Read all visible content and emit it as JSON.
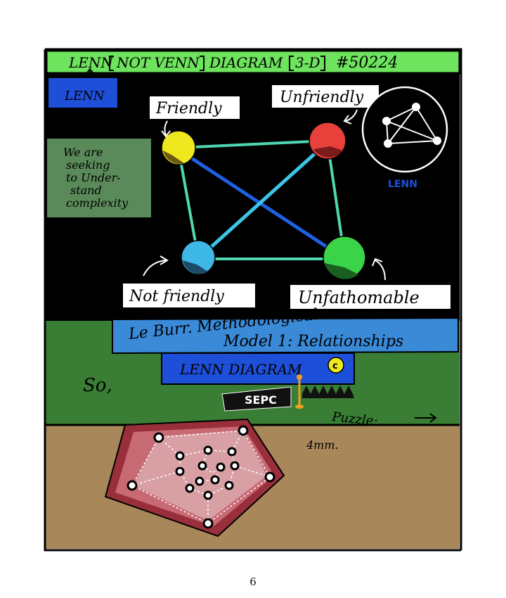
{
  "header": {
    "title_lenn": "LENN",
    "title_not_venn": "NOT VENN",
    "title_diagram": "DIAGRAM",
    "title_3d": "3-D",
    "title_number": "#50224"
  },
  "labels": {
    "lenn_box": "LENN",
    "friendly": "Friendly",
    "unfriendly": "Unfriendly",
    "not_friendly": "Not friendly",
    "unfathomable": "Unfathomable",
    "inset_caption": "LENN"
  },
  "note": {
    "lines": [
      "We are",
      "seeking",
      "to Under-",
      "stand",
      "complexity"
    ]
  },
  "banner": {
    "line1": "Le Burr. Methodological",
    "line2": "Model 1: Relationships"
  },
  "lenn_diagram_label": "LENN DIAGRAM",
  "copyright_mark": "c",
  "so_text": "So,",
  "sepc_label": "SEPC",
  "puzzle_label": "Puzzle:",
  "size_label": "4mm.",
  "page_number": "6",
  "colors": {
    "header_green": "#6ee35e",
    "lenn_blue": "#1e4fd8",
    "board_black": "#000000",
    "friendly_yellow": "#f0e81e",
    "unfriendly_red": "#e8413b",
    "not_friendly_cyan": "#3eb8e6",
    "unfathomable_green": "#3ad34a",
    "edge_teal": "#4fd6b0",
    "edge_blue": "#1f5fe0",
    "note_green": "#5a8a5a",
    "banner_blue": "#3a8ad8",
    "grass_green": "#3a7d34",
    "ground_brown": "#a8885a",
    "puzzle_outer": "#9a2f3c",
    "puzzle_inner": "#c86a74",
    "puzzle_core": "#d8a0a4"
  }
}
